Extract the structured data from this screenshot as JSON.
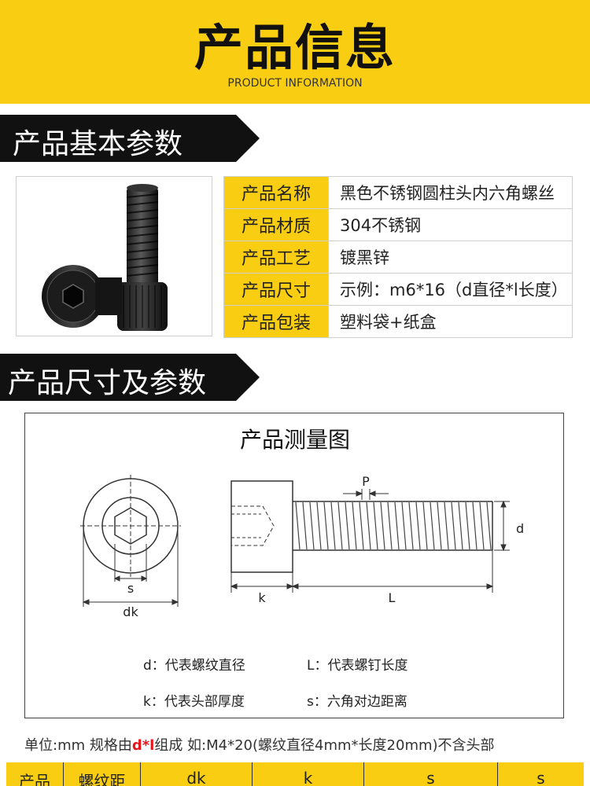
{
  "banner": {
    "title": "产品信息",
    "subtitle": "PRODUCT INFORMATION"
  },
  "section1": {
    "title": "产品基本参数"
  },
  "section2": {
    "title": "产品尺寸及参数"
  },
  "specs": [
    {
      "key": "产品名称",
      "value": "黑色不锈钢圆柱头内六角螺丝"
    },
    {
      "key": "产品材质",
      "value": "304不锈钢"
    },
    {
      "key": "产品工艺",
      "value": "镀黑锌"
    },
    {
      "key": "产品尺寸",
      "value": "示例：m6*16（d直径*l长度）"
    },
    {
      "key": "产品包装",
      "value": "塑料袋+纸盒"
    }
  ],
  "diagram": {
    "title": "产品测量图",
    "labels": {
      "s": "s",
      "dk": "dk",
      "k": "k",
      "L": "L",
      "P": "P",
      "d": "d"
    },
    "legend": {
      "d": "d：代表螺纹直径",
      "L": "L：代表螺钉长度",
      "k": "k：代表头部厚度",
      "s": "s：六角对边距离"
    }
  },
  "note": {
    "before": "单位:mm    规格由",
    "highlight": "d*l",
    "after": "组成  如:M4*20(螺纹直径4mm*长度20mm)不含头部"
  },
  "bottom_table": {
    "headers": [
      "产品",
      "螺纹距",
      "dk",
      "k",
      "s",
      "s"
    ]
  },
  "colors": {
    "accent": "#f9ce12",
    "dark": "#111111",
    "highlight": "#e8141b"
  }
}
